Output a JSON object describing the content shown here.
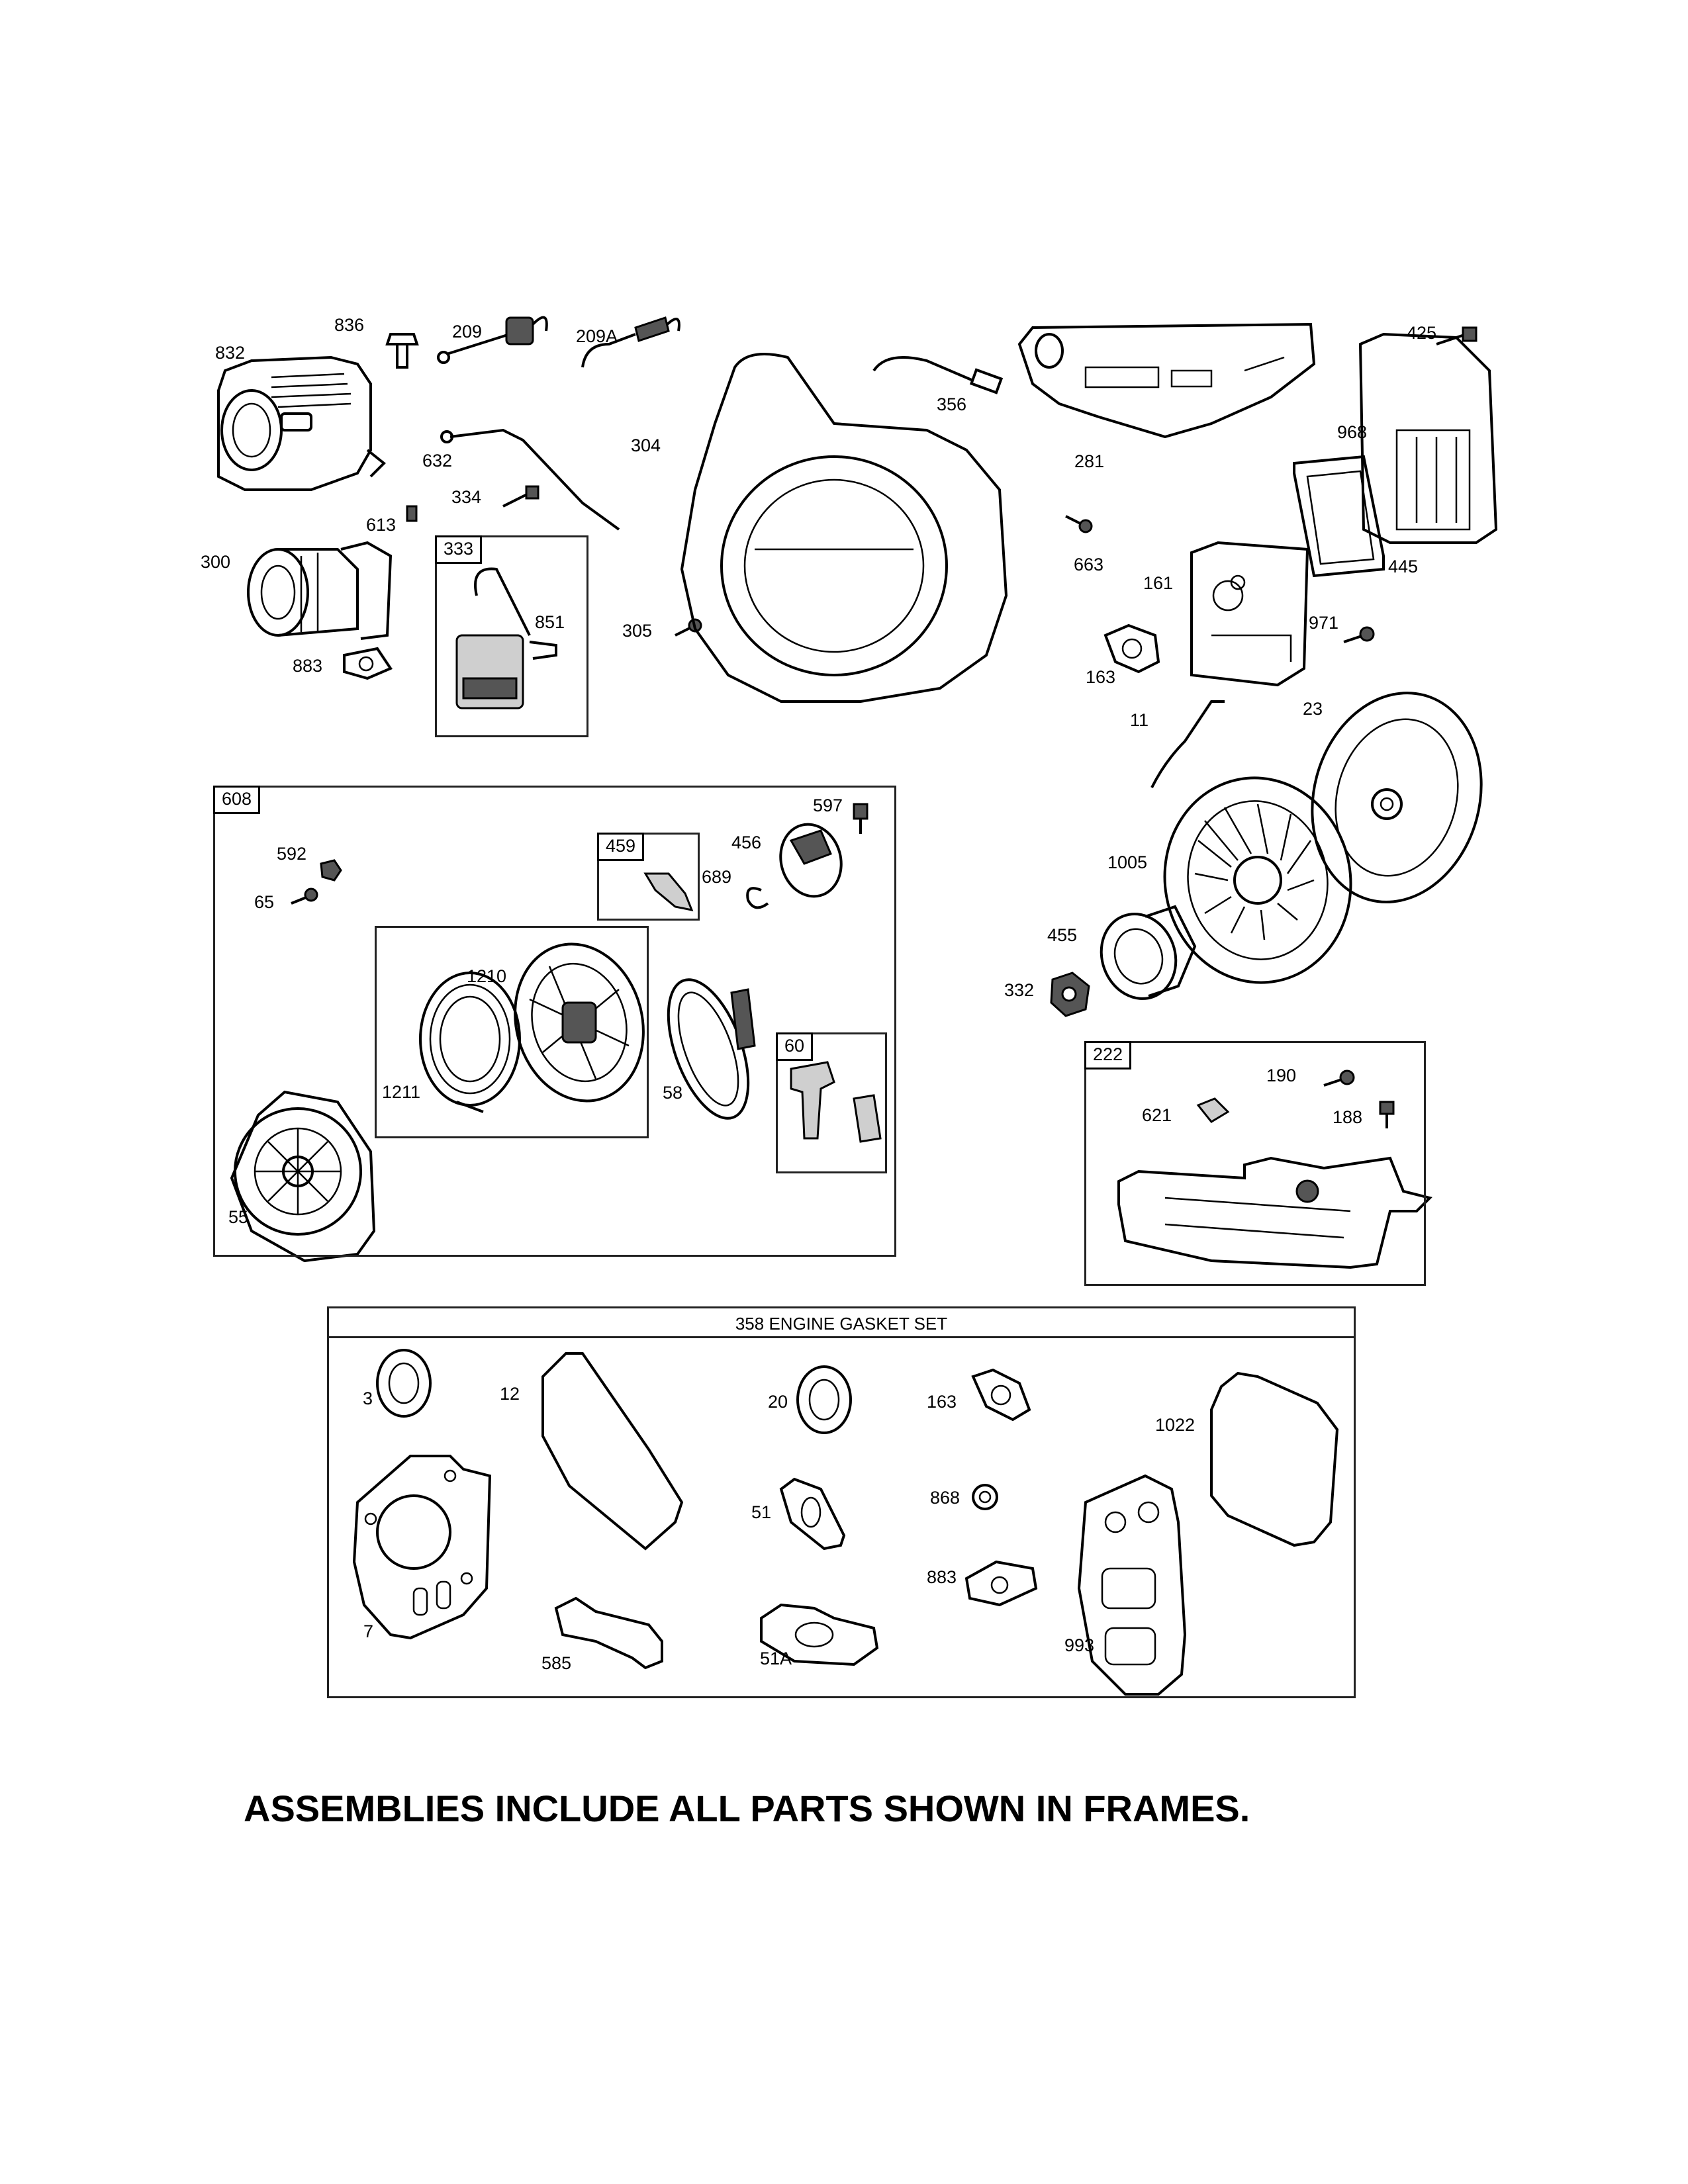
{
  "callouts": {
    "p836": "836",
    "p832": "832",
    "p209": "209",
    "p209a": "209A",
    "p356": "356",
    "p425": "425",
    "p632": "632",
    "p304": "304",
    "p281": "281",
    "p968": "968",
    "p334": "334",
    "p613": "613",
    "p300": "300",
    "p851": "851",
    "p305": "305",
    "p883a": "883",
    "p663": "663",
    "p161": "161",
    "p445": "445",
    "p971": "971",
    "p163a": "163",
    "p11": "11",
    "p23": "23",
    "p597": "597",
    "p592": "592",
    "p456": "456",
    "p689": "689",
    "p65": "65",
    "p1005": "1005",
    "p1210": "1210",
    "p455": "455",
    "p332": "332",
    "p1211": "1211",
    "p58": "58",
    "p190": "190",
    "p621": "621",
    "p188": "188",
    "p55": "55",
    "p3": "3",
    "p12": "12",
    "p20": "20",
    "p163b": "163",
    "p1022": "1022",
    "p868": "868",
    "p51": "51",
    "p883b": "883",
    "p7": "7",
    "p585": "585",
    "p51a": "51A",
    "p993": "993"
  },
  "frames": {
    "f333": "333",
    "f608": "608",
    "f459": "459",
    "f60": "60",
    "f222": "222"
  },
  "gasket_set": {
    "title": "358 ENGINE GASKET SET"
  },
  "footer": {
    "note": "ASSEMBLIES INCLUDE ALL PARTS SHOWN IN FRAMES."
  }
}
